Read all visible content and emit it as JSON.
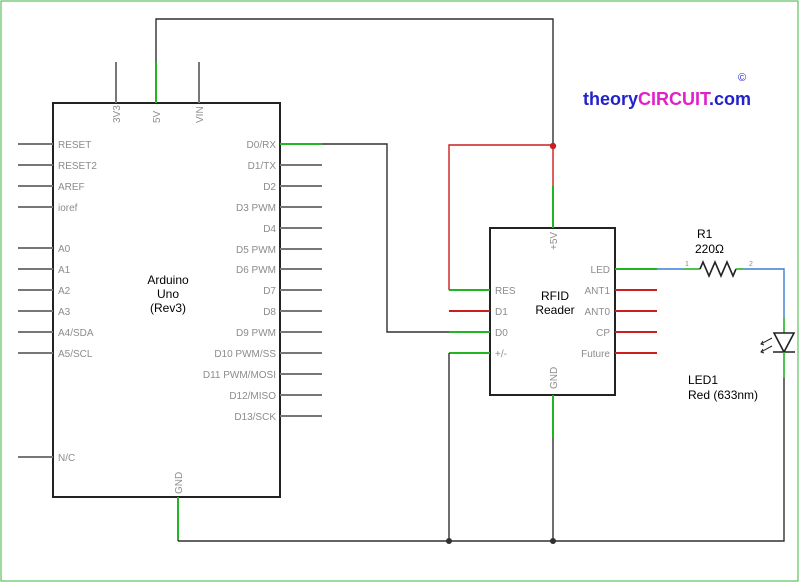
{
  "brand": {
    "prefix": "theory",
    "highlight": "CIRCUIT",
    "suffix": ".com",
    "copyright": "©"
  },
  "arduino": {
    "name_line1": "Arduino",
    "name_line2": "Uno",
    "name_line3": "(Rev3)",
    "top_pins": [
      "3V3",
      "5V",
      "VIN"
    ],
    "bottom_pin": "GND",
    "left_pins": [
      "RESET",
      "RESET2",
      "AREF",
      "ioref",
      "A0",
      "A1",
      "A2",
      "A3",
      "A4/SDA",
      "A5/SCL",
      "N/C"
    ],
    "right_pins": [
      "D0/RX",
      "D1/TX",
      "D2",
      "D3 PWM",
      "D4",
      "D5 PWM",
      "D6 PWM",
      "D7",
      "D8",
      "D9 PWM",
      "D10 PWM/SS",
      "D11 PWM/MOSI",
      "D12/MISO",
      "D13/SCK"
    ]
  },
  "rfid": {
    "name_line1": "RFID",
    "name_line2": "Reader",
    "top_pin": "+5V",
    "bottom_pin": "GND",
    "left_pins": [
      "RES",
      "D1",
      "D0",
      "+/-"
    ],
    "right_pins": [
      "LED",
      "ANT1",
      "ANT0",
      "CP",
      "Future"
    ]
  },
  "resistor": {
    "ref": "R1",
    "value": "220Ω",
    "pin1": "1",
    "pin2": "2"
  },
  "led": {
    "ref": "LED1",
    "value": "Red (633nm)"
  },
  "colors": {
    "wire": "#303030",
    "green": "#22b522",
    "red": "#cc1e1e",
    "blue": "#3a7fd6",
    "brand_blue": "#2222cc",
    "brand_pink": "#e020c8"
  }
}
